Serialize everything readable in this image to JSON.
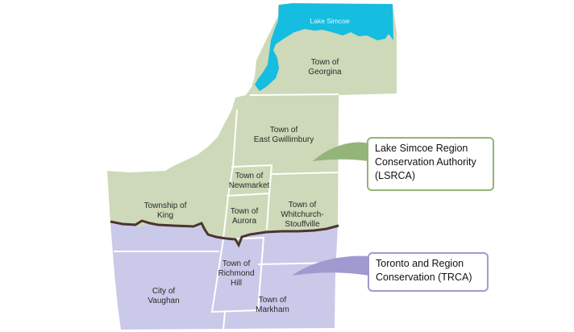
{
  "map": {
    "lake_label": "Lake Simcoe",
    "municipalities": [
      {
        "id": "georgina",
        "line1": "Town of",
        "line2": "Georgina",
        "watershed": "LSRCA"
      },
      {
        "id": "east-gwillimbury",
        "line1": "Town of",
        "line2": "East Gwillimbury",
        "watershed": "LSRCA"
      },
      {
        "id": "newmarket",
        "line1": "Town of",
        "line2": "Newmarket",
        "watershed": "LSRCA"
      },
      {
        "id": "king",
        "line1": "Township of",
        "line2": "King",
        "watershed": "LSRCA"
      },
      {
        "id": "aurora",
        "line1": "Town of",
        "line2": "Aurora",
        "watershed": "LSRCA"
      },
      {
        "id": "whitchurch-stouffville",
        "line1": "Town of",
        "line2": "Whitchurch-",
        "line3": "Stouffville",
        "watershed": "LSRCA"
      },
      {
        "id": "richmond-hill",
        "line1": "Town of",
        "line2": "Richmond",
        "line3": "Hill",
        "watershed": "TRCA"
      },
      {
        "id": "vaughan",
        "line1": "City of",
        "line2": "Vaughan",
        "watershed": "TRCA"
      },
      {
        "id": "markham",
        "line1": "Town of",
        "line2": "Markham",
        "watershed": "TRCA"
      }
    ],
    "colors": {
      "lsrca": "#cdd9b8",
      "trca": "#cbc9e9",
      "lake": "#15bde0",
      "boundary": "#4a3531",
      "lsrca_accent": "#94b57a",
      "trca_accent": "#a09ad0"
    }
  },
  "callouts": {
    "lsrca": {
      "line1": "Lake Simcoe Region",
      "line2": "Conservation Authority",
      "line3": "(LSRCA)"
    },
    "trca": {
      "line1": "Toronto and Region",
      "line2": "Conservation (TRCA)"
    }
  }
}
